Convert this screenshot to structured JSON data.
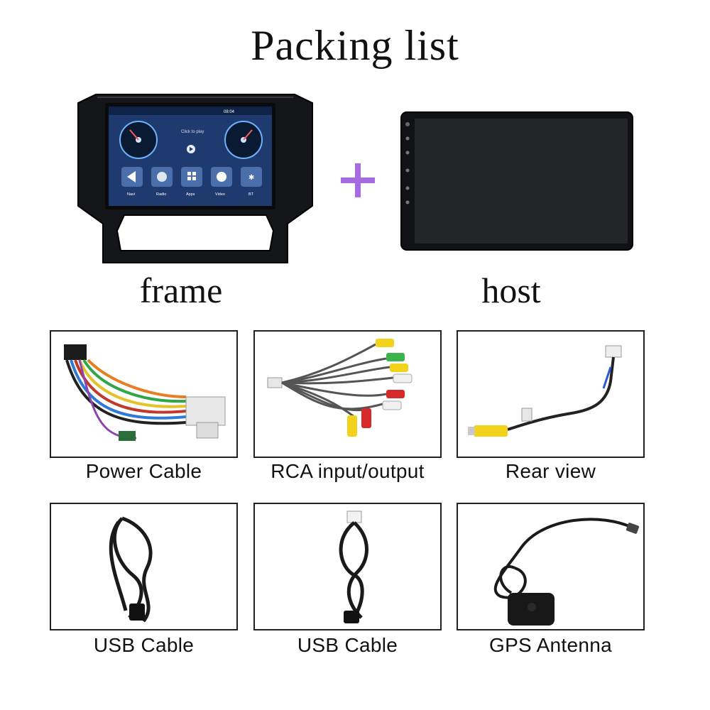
{
  "header": {
    "title": "Packing list"
  },
  "top_items": {
    "frame": {
      "label": "frame",
      "screen": {
        "clock": "08:04",
        "player_text": "Click to play",
        "apps": [
          "Navi",
          "Radio",
          "Apps",
          "Video",
          "BT"
        ]
      }
    },
    "plus_symbol": "+",
    "host": {
      "label": "host"
    }
  },
  "accessories": [
    {
      "label": "Power Cable"
    },
    {
      "label": "RCA input/output"
    },
    {
      "label": "Rear view"
    },
    {
      "label": "USB Cable"
    },
    {
      "label": "USB Cable"
    },
    {
      "label": "GPS Antenna"
    }
  ],
  "colors": {
    "plus": "#a56be0",
    "frame_body": "#15161a",
    "screen_bg": "#1e3a6e",
    "rca_yellow": "#f2d21b",
    "rca_red": "#d62a2a",
    "rca_white": "#f0f0f0",
    "rca_green": "#39b34a"
  }
}
